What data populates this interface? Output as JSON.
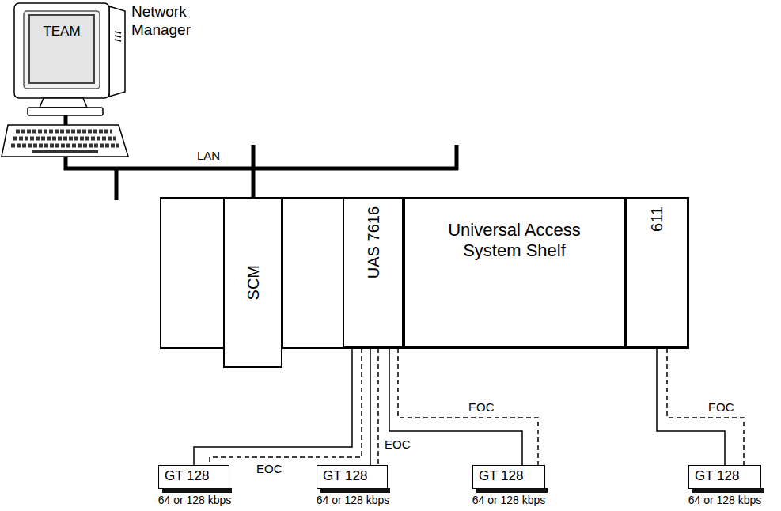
{
  "diagram": {
    "nodes": [
      {
        "text": [
          "TEAM"
        ]
      },
      {
        "text": [
          "SCM"
        ]
      },
      {
        "text": [
          "UAS 7616"
        ]
      },
      {
        "text": [
          "Universal Access System Shelf"
        ]
      },
      {
        "text": [
          "611"
        ]
      },
      {
        "text": [
          "GT 128",
          "64 or 128 kbps"
        ]
      },
      {
        "text": [
          "GT 128",
          "64 or 128 kbps"
        ]
      },
      {
        "text": [
          "GT 128",
          "64 or 128 kbps"
        ]
      },
      {
        "text": [
          "GT 128",
          "64 or 128 kbps"
        ]
      }
    ],
    "edges": [
      {
        "from": 0,
        "to": 1,
        "arrow": "none",
        "label": "LAN"
      },
      {
        "from": 2,
        "to": 5,
        "arrow": "none"
      },
      {
        "from": 2,
        "to": 5,
        "arrow": "none",
        "label": "EOC"
      },
      {
        "from": 2,
        "to": 6,
        "arrow": "none"
      },
      {
        "from": 2,
        "to": 6,
        "arrow": "none",
        "label": "EOC"
      },
      {
        "from": 2,
        "to": 7,
        "arrow": "none"
      },
      {
        "from": 2,
        "to": 7,
        "arrow": "none",
        "label": "EOC"
      },
      {
        "from": 4,
        "to": 8,
        "arrow": "none"
      },
      {
        "from": 4,
        "to": 8,
        "arrow": "none",
        "label": "EOC"
      }
    ],
    "labels": [
      "Network Manager"
    ]
  }
}
